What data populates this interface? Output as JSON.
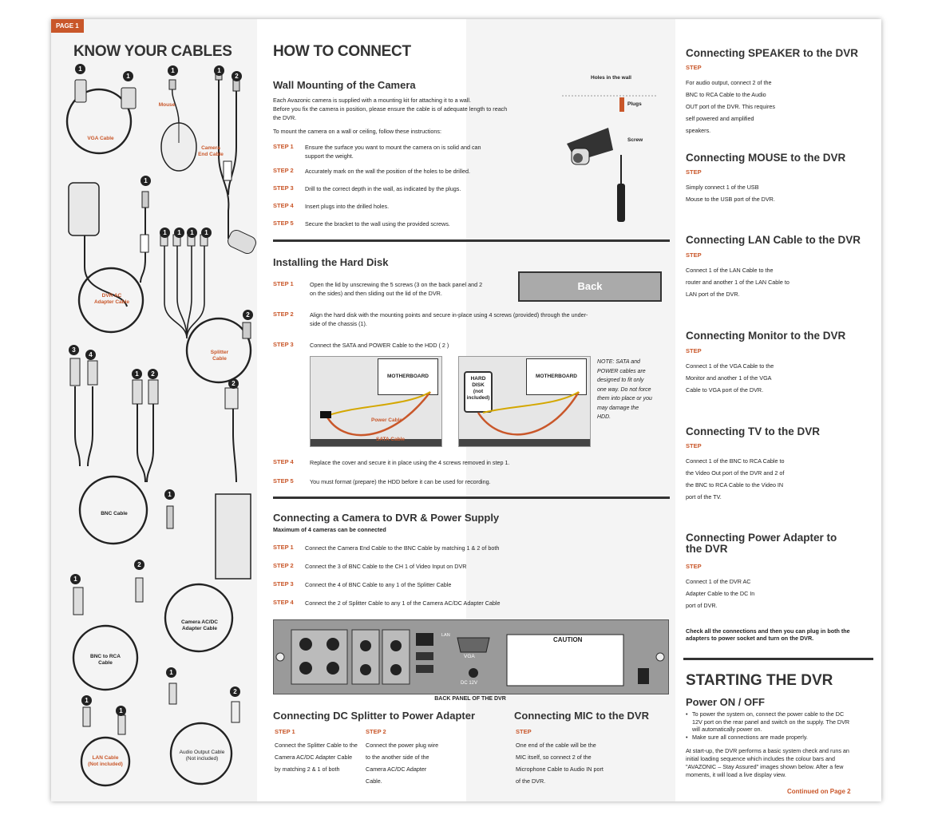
{
  "page_tag": "PAGE 1",
  "know": {
    "title": "KNOW YOUR CABLES",
    "labels": {
      "vga": "VGA Cable",
      "mouse": "Mouse",
      "camera_end": "Camera\nEnd Cable",
      "dvr_ac": "DVR AC\nAdapter Cable",
      "splitter": "Splitter\nCable",
      "bnc": "BNC Cable",
      "camera_acdc": "Camera AC/DC\nAdapter Cable",
      "bnc_rca": "BNC to RCA\nCable",
      "audio_out": "Audio Output Cable\n(Not included)",
      "lan": "LAN Cable\n(Not included)"
    }
  },
  "connect": {
    "title": "HOW TO CONNECT",
    "wall": {
      "heading": "Wall Mounting of the Camera",
      "intro1": "Each Avazonic camera is supplied with a mounting kit for attaching it to a wall.",
      "intro2": "Before you fix the camera in position, please ensure the cable is of adequate length to reach the DVR.",
      "intro3": "To mount the camera on a wall or ceiling, follow these instructions:",
      "steps": [
        {
          "label": "STEP 1",
          "text": "Ensure the surface you want to mount the camera on is solid and can support the weight."
        },
        {
          "label": "STEP 2",
          "text": "Accurately mark on the wall the position of the holes to be drilled."
        },
        {
          "label": "STEP 3",
          "text": "Drill to the correct depth in the wall, as indicated by the plugs."
        },
        {
          "label": "STEP 4",
          "text": "Insert plugs into the drilled holes."
        },
        {
          "label": "STEP 5",
          "text": "Secure the bracket to the wall using the provided screws."
        }
      ],
      "fig_holes": "Holes in the wall",
      "fig_plugs": "Plugs",
      "fig_screw": "Screw"
    },
    "hdd": {
      "heading": "Installing the Hard Disk",
      "steps": [
        {
          "label": "STEP 1",
          "text": "Open the lid by unscrewing the 5 screws (3 on the back panel and 2 on the sides) and then sliding out the lid of the DVR."
        },
        {
          "label": "STEP 2",
          "text": "Align the hard disk with the mounting points and secure in-place using 4 screws (provided) through the under-side of the chassis (1)."
        },
        {
          "label": "STEP 3",
          "text": "Connect the SATA and POWER Cable to the HDD ( 2 )"
        },
        {
          "label": "STEP 4",
          "text": "Replace the cover and secure it in place using the 4 screws removed in step 1."
        },
        {
          "label": "STEP 5",
          "text": "You must format (prepare) the HDD before it can be used for recording."
        }
      ],
      "back_label": "Back",
      "motherboard": "MOTHERBOARD",
      "power_cable": "Power Cable",
      "sata_cable": "SATA Cable",
      "hard_disk": "HARD\nDISK\n(not\nincluded)",
      "note": "NOTE: SATA and POWER cables are designed to fit only one way. Do not force them into place or you may damage the HDD."
    },
    "camera": {
      "heading": "Connecting a Camera to DVR & Power Supply",
      "sub": "Maximum of 4 cameras can be connected",
      "steps": [
        {
          "label": "STEP 1",
          "text": "Connect the Camera End Cable to the BNC Cable by matching 1 & 2 of both"
        },
        {
          "label": "STEP 2",
          "text": "Connect the 3 of BNC Cable to the CH 1 of Video Input on DVR"
        },
        {
          "label": "STEP 3",
          "text": "Connect the 4 of BNC Cable to any 1 of the Splitter Cable"
        },
        {
          "label": "STEP 4",
          "text": "Connect the 2 of Splitter Cable to any 1 of the Camera AC/DC Adapter Cable"
        }
      ]
    },
    "back_panel": {
      "caption": "BACK PANEL OF THE DVR",
      "caution": "CAUTION",
      "vga": "VGA",
      "dc": "DC 12V",
      "lan": "LAN"
    },
    "splitter": {
      "heading": "Connecting DC Splitter to Power Adapter",
      "step1_label": "STEP 1",
      "step1_text": "Connect the Splitter Cable to the Camera AC/DC Adapter Cable by matching 2 & 1 of both",
      "step2_label": "STEP 2",
      "step2_text": "Connect the power plug wire to the another side of the Camera AC/DC Adapter Cable."
    },
    "mic": {
      "heading": "Connecting MIC to the DVR",
      "step_label": "STEP",
      "text": "One end of the cable will be the MIC itself, so connect 2 of the Microphone Cable to Audio IN port of the DVR."
    }
  },
  "right": {
    "speaker": {
      "heading": "Connecting SPEAKER to the DVR",
      "step": "STEP",
      "text": "For audio output, connect 2 of the BNC to RCA Cable to the Audio OUT port of the DVR. This requires self powered and amplified speakers."
    },
    "mouse": {
      "heading": "Connecting MOUSE to the DVR",
      "step": "STEP",
      "text": "Simply connect 1 of the USB Mouse to the USB port of the DVR."
    },
    "lan": {
      "heading": "Connecting LAN Cable to the DVR",
      "step": "STEP",
      "text": "Connect 1 of the LAN Cable to the router and another 1 of the LAN Cable to LAN port of the DVR."
    },
    "monitor": {
      "heading": "Connecting Monitor to the DVR",
      "step": "STEP",
      "text": "Connect 1 of the VGA Cable to the Monitor and another 1 of the VGA Cable to VGA port of the DVR."
    },
    "tv": {
      "heading": "Connecting TV to the DVR",
      "step": "STEP",
      "text": "Connect 1 of the BNC to RCA Cable to the Video Out port of the DVR and 2 of the BNC to RCA Cable to the Video IN port of the TV."
    },
    "power": {
      "heading": "Connecting Power Adapter to the DVR",
      "step": "STEP",
      "text": "Connect 1 of the DVR AC Adapter Cable to the DC In port of DVR."
    },
    "check": "Check all the connections and then you can plug in both the adapters to power socket and turn on the DVR.",
    "start_title": "STARTING THE DVR",
    "power_onoff": "Power ON / OFF",
    "bullet1": "To power the system on, connect the power cable to the DC 12V port on the rear panel and switch on the supply. The DVR will automatically power on.",
    "bullet2": "Make sure all connections are made properly.",
    "startup": "At start-up, the DVR performs a basic system check and runs an initial loading sequence which includes the colour bars and \"AVAZONIC – Stay Assured\" images shown below. After a few moments, it will load a live display view.",
    "continued": "Continued on Page 2"
  }
}
